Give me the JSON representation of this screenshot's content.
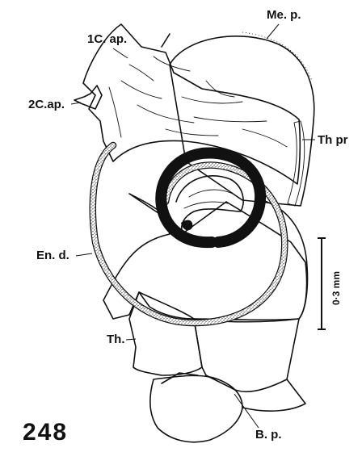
{
  "figure": {
    "number": "248",
    "labels": {
      "c1_ap": "1C. ap.",
      "c2_ap": "2C.ap.",
      "me_p": "Me. p.",
      "th_pr": "Th pr",
      "en_d": "En. d.",
      "th": "Th.",
      "b_p": "B. p."
    },
    "scale_bar": {
      "label": "0·3 mm"
    }
  }
}
